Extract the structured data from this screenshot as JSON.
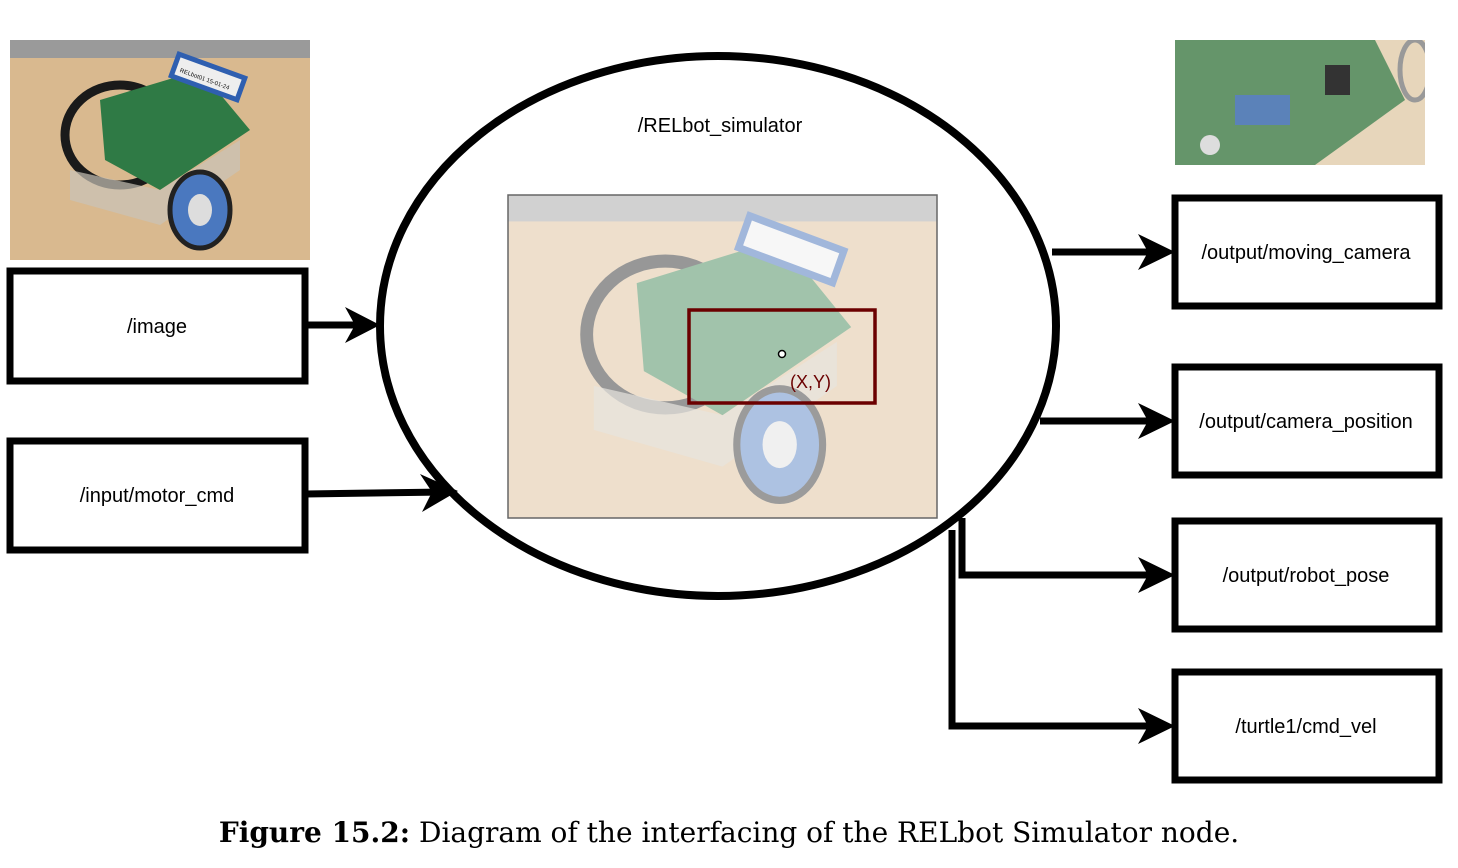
{
  "node": {
    "title": "/RELbot_simulator",
    "point_label": "(X,Y)"
  },
  "inputs": [
    {
      "label": "/image"
    },
    {
      "label": "/input/motor_cmd"
    }
  ],
  "outputs": [
    {
      "label": "/output/moving_camera"
    },
    {
      "label": "/output/camera_position"
    },
    {
      "label": "/output/robot_pose"
    },
    {
      "label": "/turtle1/cmd_vel"
    }
  ],
  "robot_label": "RELbot01 15-01-24",
  "caption": {
    "prefix": "Figure 15.2:",
    "text": " Diagram of the interfacing of the RELbot Simulator node."
  },
  "colors": {
    "roi_box": "#6b0000",
    "table": "#e8cfa8",
    "pcb": "#2f7a45",
    "wheel": "#3f6fb5"
  }
}
